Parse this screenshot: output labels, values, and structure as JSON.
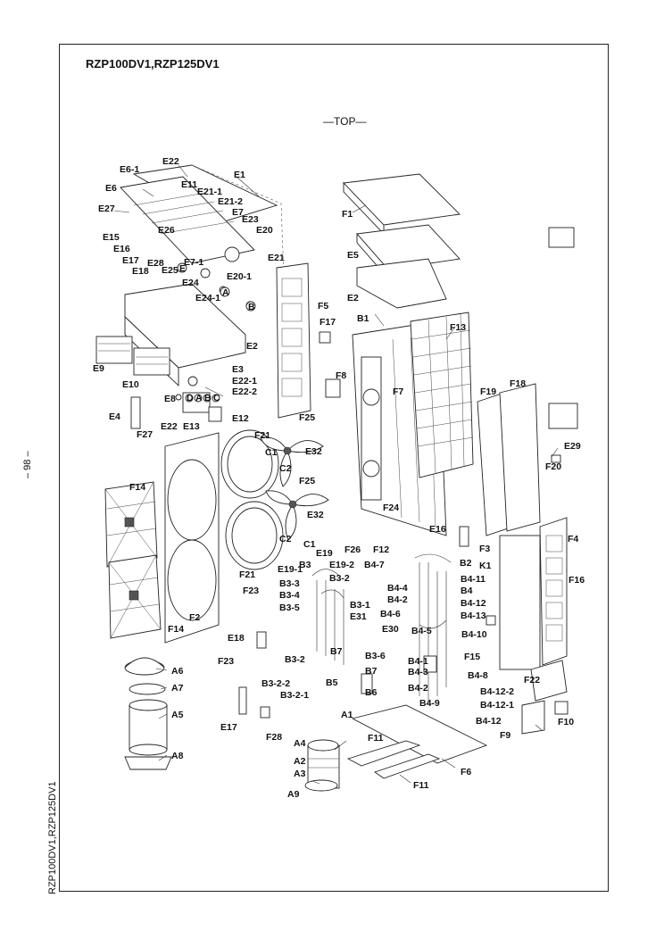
{
  "title": "RZP100DV1,RZP125DV1",
  "view_label": "—TOP—",
  "page_number": "– 98 –",
  "side_model": "RZP100DV1,RZP125DV1",
  "callouts": {
    "E22": "E22",
    "E1": "E1",
    "E6-1": "E6-1",
    "E6": "E6",
    "E11": "E11",
    "E21-1": "E21-1",
    "E21-2": "E21-2",
    "E27": "E27",
    "E7": "E7",
    "E23": "E23",
    "E26": "E26",
    "E20": "E20",
    "E15": "E15",
    "E16": "E16",
    "E17": "E17",
    "E18": "E18",
    "E28": "E28",
    "E25": "E25",
    "E7-1": "E7-1",
    "E21": "E21",
    "E20-1": "E20-1",
    "E24": "E24",
    "E24-1": "E24-1",
    "E2": "E2",
    "E9": "E9",
    "E3": "E3",
    "E22-1": "E22-1",
    "E22-2": "E22-2",
    "E10": "E10",
    "E8": "E8",
    "E4": "E4",
    "E27b": "F27",
    "E22b": "E22",
    "E13": "E13",
    "E12": "E12",
    "F1": "F1",
    "E5": "E5",
    "E2b": "E2",
    "F5": "F5",
    "F17": "F17",
    "B1": "B1",
    "F13": "F13",
    "F8": "F8",
    "F7": "F7",
    "F19": "F19",
    "F18": "F18",
    "F25": "F25",
    "F21": "F21",
    "C1": "C1",
    "C2": "C2",
    "E32": "E32",
    "E29": "E29",
    "F20": "F20",
    "F14": "F14",
    "F25b": "F25",
    "E32b": "E32",
    "F24": "F24",
    "C2b": "C2",
    "C1b": "C1",
    "E19": "E19",
    "F26": "F26",
    "F12": "F12",
    "E16b": "E16",
    "F3": "F3",
    "F4": "F4",
    "K1": "K1",
    "B2": "B2",
    "B4-7": "B4-7",
    "B4-11": "B4-11",
    "F21b": "F21",
    "E19-1": "E19-1",
    "B3": "B3",
    "E19-2": "E19-2",
    "F23": "F23",
    "B3-3": "B3-3",
    "B3-2": "B3-2",
    "B4-4": "B4-4",
    "B4": "B4",
    "B3-4": "B3-4",
    "B4-2": "B4-2",
    "F16": "F16",
    "B3-5": "B3-5",
    "B3-1": "B3-1",
    "B4-12": "B4-12",
    "F2": "F2",
    "E31": "E31",
    "B4-6": "B4-6",
    "B4-13": "B4-13",
    "F14b": "F14",
    "E30": "E30",
    "B4-5": "B4-5",
    "E18b": "E18",
    "B4-10": "B4-10",
    "B7": "B7",
    "F15": "F15",
    "F23b": "F23",
    "B3-6": "B3-6",
    "B4-1": "B4-1",
    "B4-3": "B4-3",
    "B3-2b": "B3-2",
    "B7b": "B7",
    "B4-8": "B4-8",
    "F22": "F22",
    "A6": "A6",
    "B3-2-2": "B3-2-2",
    "B5": "B5",
    "B6": "B6",
    "B4-2b": "B4-2",
    "A7": "A7",
    "B3-2-1": "B3-2-1",
    "B4-12-2": "B4-12-2",
    "A1": "A1",
    "B4-9": "B4-9",
    "B4-12-1": "B4-12-1",
    "A5": "A5",
    "E17b": "E17",
    "F28": "F28",
    "F9": "F9",
    "B4-12b": "B4-12",
    "F10": "F10",
    "F11": "F11",
    "A4": "A4",
    "A8": "A8",
    "A2": "A2",
    "A3": "A3",
    "F6": "F6",
    "A9": "A9",
    "F11b": "F11"
  },
  "markers": {
    "A": "A",
    "B": "B",
    "E": "E",
    "D": "D",
    "Aa": "A",
    "Bb": "B",
    "C": "C"
  }
}
